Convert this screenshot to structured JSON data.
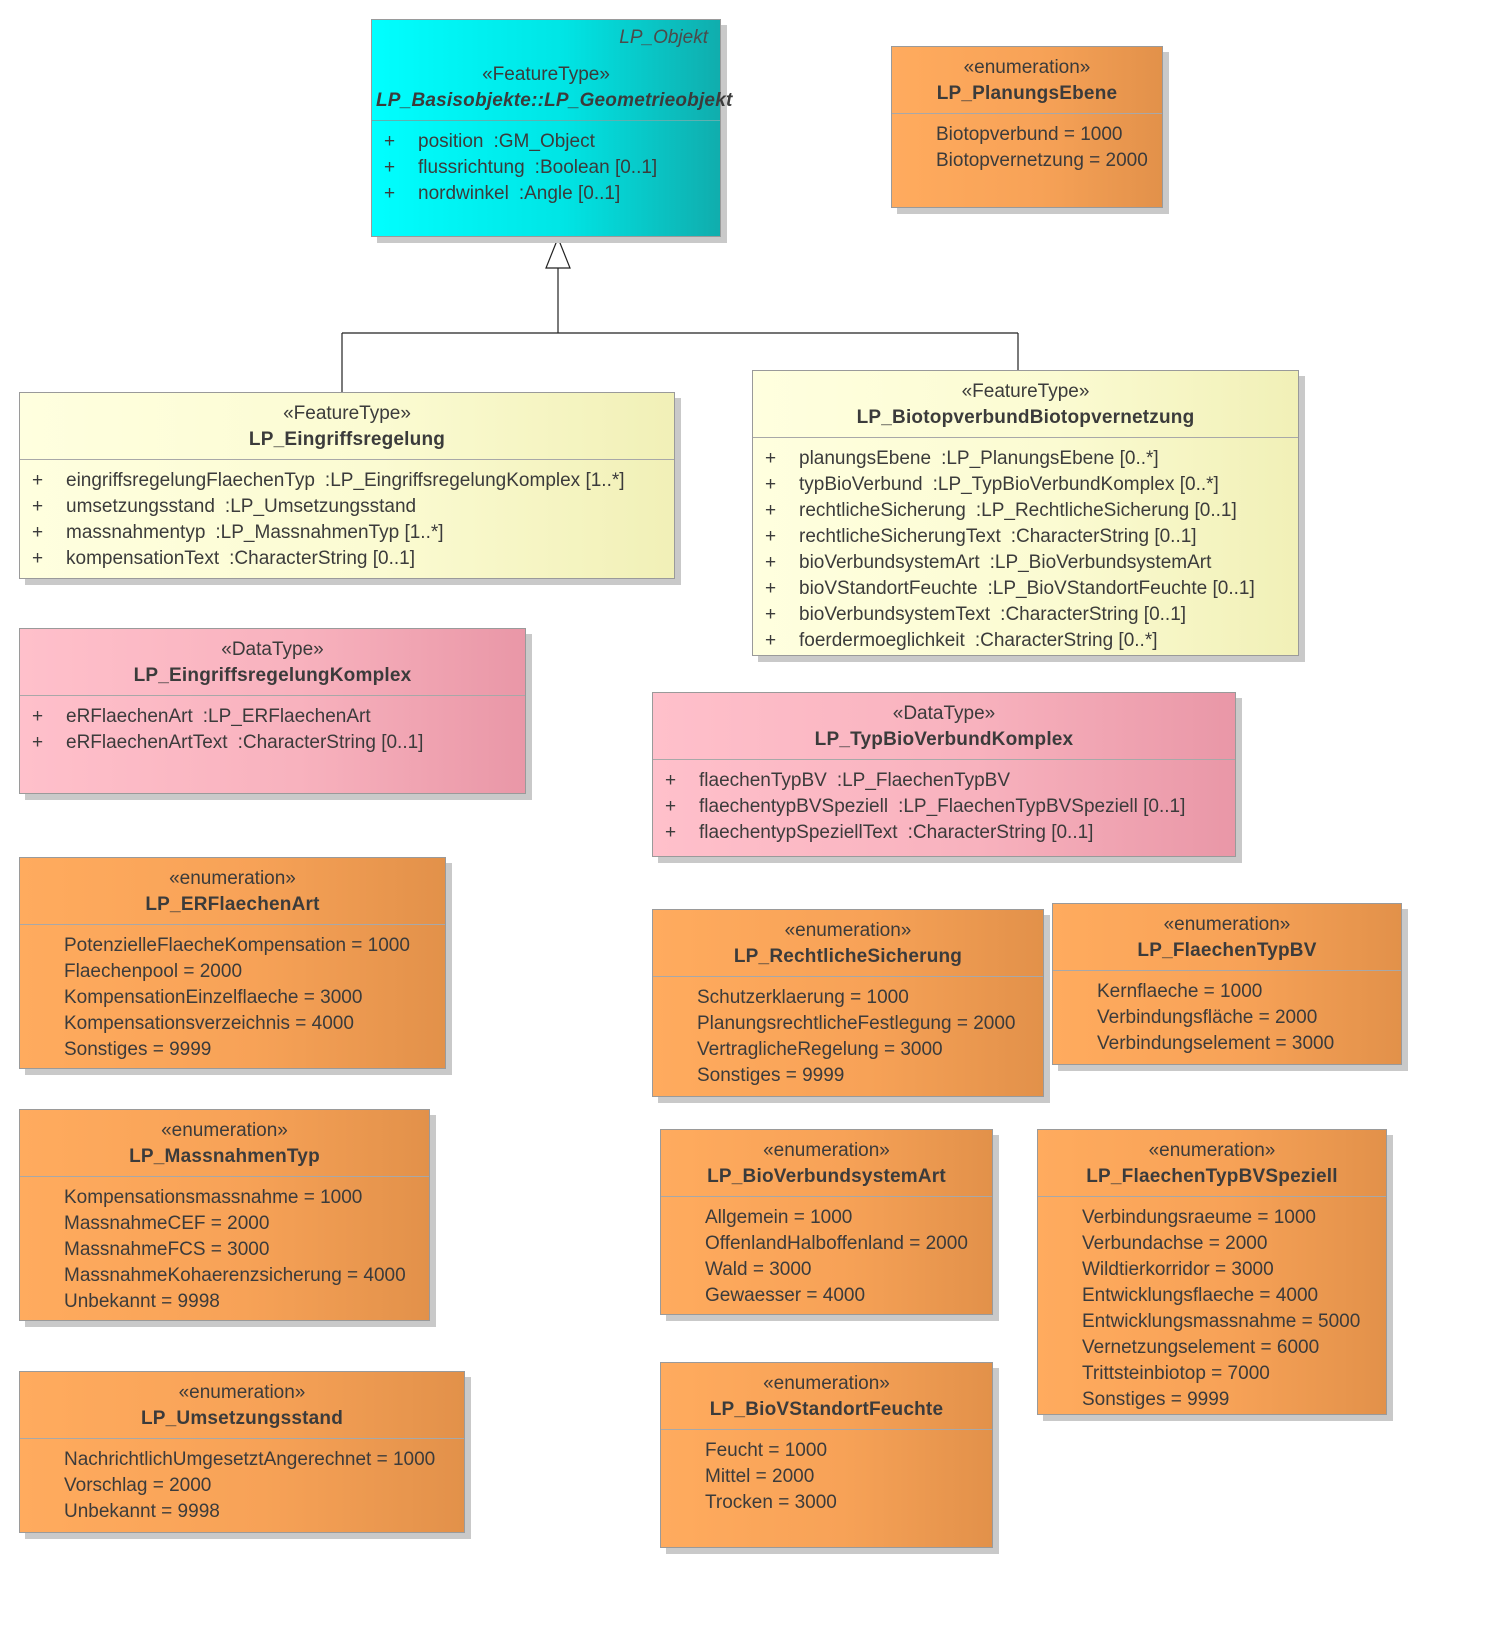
{
  "superclass": {
    "package": "LP_Objekt",
    "stereotype": "«FeatureType»",
    "name": "LP_Basisobjekte::LP_Geometrieobjekt",
    "attributes": [
      {
        "vis": "+",
        "name": "position",
        "type": ":GM_Object"
      },
      {
        "vis": "+",
        "name": "flussrichtung",
        "type": ":Boolean [0..1]"
      },
      {
        "vis": "+",
        "name": "nordwinkel",
        "type": ":Angle [0..1]"
      }
    ]
  },
  "eingriff": {
    "stereotype": "«FeatureType»",
    "name": "LP_Eingriffsregelung",
    "attributes": [
      {
        "vis": "+",
        "name": "eingriffsregelungFlaechenTyp",
        "type": ":LP_EingriffsregelungKomplex [1..*]"
      },
      {
        "vis": "+",
        "name": "umsetzungsstand",
        "type": ":LP_Umsetzungsstand"
      },
      {
        "vis": "+",
        "name": "massnahmentyp",
        "type": ":LP_MassnahmenTyp [1..*]"
      },
      {
        "vis": "+",
        "name": "kompensationText",
        "type": ":CharacterString [0..1]"
      }
    ]
  },
  "biotop": {
    "stereotype": "«FeatureType»",
    "name": "LP_BiotopverbundBiotopvernetzung",
    "attributes": [
      {
        "vis": "+",
        "name": "planungsEbene",
        "type": ":LP_PlanungsEbene [0..*]"
      },
      {
        "vis": "+",
        "name": "typBioVerbund",
        "type": ":LP_TypBioVerbundKomplex [0..*]"
      },
      {
        "vis": "+",
        "name": "rechtlicheSicherung",
        "type": ":LP_RechtlicheSicherung [0..1]"
      },
      {
        "vis": "+",
        "name": "rechtlicheSicherungText",
        "type": ":CharacterString [0..1]"
      },
      {
        "vis": "+",
        "name": "bioVerbundsystemArt",
        "type": ":LP_BioVerbundsystemArt"
      },
      {
        "vis": "+",
        "name": "bioVStandortFeuchte",
        "type": ":LP_BioVStandortFeuchte [0..1]"
      },
      {
        "vis": "+",
        "name": "bioVerbundsystemText",
        "type": ":CharacterString [0..1]"
      },
      {
        "vis": "+",
        "name": "foerdermoeglichkeit",
        "type": ":CharacterString [0..*]"
      }
    ]
  },
  "eingriffKomplex": {
    "stereotype": "«DataType»",
    "name": "LP_EingriffsregelungKomplex",
    "attributes": [
      {
        "vis": "+",
        "name": "eRFlaechenArt",
        "type": ":LP_ERFlaechenArt"
      },
      {
        "vis": "+",
        "name": "eRFlaechenArtText",
        "type": ":CharacterString [0..1]"
      }
    ]
  },
  "typBioKomplex": {
    "stereotype": "«DataType»",
    "name": "LP_TypBioVerbundKomplex",
    "attributes": [
      {
        "vis": "+",
        "name": "flaechenTypBV",
        "type": ":LP_FlaechenTypBV"
      },
      {
        "vis": "+",
        "name": "flaechentypBVSpeziell",
        "type": ":LP_FlaechenTypBVSpeziell [0..1]"
      },
      {
        "vis": "+",
        "name": "flaechentypSpeziellText",
        "type": ":CharacterString [0..1]"
      }
    ]
  },
  "planungsEbene": {
    "stereotype": "«enumeration»",
    "name": "LP_PlanungsEbene",
    "literals": [
      "Biotopverbund = 1000",
      "Biotopvernetzung = 2000"
    ]
  },
  "erFlaechenArt": {
    "stereotype": "«enumeration»",
    "name": "LP_ERFlaechenArt",
    "literals": [
      "PotenzielleFlaecheKompensation = 1000",
      "Flaechenpool = 2000",
      "KompensationEinzelflaeche = 3000",
      "Kompensationsverzeichnis = 4000",
      "Sonstiges = 9999"
    ]
  },
  "massnahmenTyp": {
    "stereotype": "«enumeration»",
    "name": "LP_MassnahmenTyp",
    "literals": [
      "Kompensationsmassnahme = 1000",
      "MassnahmeCEF = 2000",
      "MassnahmeFCS = 3000",
      "MassnahmeKohaerenzsicherung = 4000",
      "Unbekannt = 9998"
    ]
  },
  "umsetzungsstand": {
    "stereotype": "«enumeration»",
    "name": "LP_Umsetzungsstand",
    "literals": [
      "NachrichtlichUmgesetztAngerechnet = 1000",
      "Vorschlag = 2000",
      "Unbekannt = 9998"
    ]
  },
  "rechtlicheSicherung": {
    "stereotype": "«enumeration»",
    "name": "LP_RechtlicheSicherung",
    "literals": [
      "Schutzerklaerung = 1000",
      "PlanungsrechtlicheFestlegung = 2000",
      "VertraglicheRegelung = 3000",
      "Sonstiges = 9999"
    ]
  },
  "flaechenTypBV": {
    "stereotype": "«enumeration»",
    "name": "LP_FlaechenTypBV",
    "literals": [
      "Kernflaeche = 1000",
      "Verbindungsfläche = 2000",
      "Verbindungselement = 3000"
    ]
  },
  "bioVerbundsystemArt": {
    "stereotype": "«enumeration»",
    "name": "LP_BioVerbundsystemArt",
    "literals": [
      "Allgemein = 1000",
      "OffenlandHalboffenland = 2000",
      "Wald = 3000",
      "Gewaesser = 4000"
    ]
  },
  "flaechenTypBVSpeziell": {
    "stereotype": "«enumeration»",
    "name": "LP_FlaechenTypBVSpeziell",
    "literals": [
      "Verbindungsraeume = 1000",
      "Verbundachse = 2000",
      "Wildtierkorridor = 3000",
      "Entwicklungsflaeche = 4000",
      "Entwicklungsmassnahme = 5000",
      "Vernetzungselement = 6000",
      "Trittsteinbiotop = 7000",
      "Sonstiges = 9999"
    ]
  },
  "bioVStandortFeuchte": {
    "stereotype": "«enumeration»",
    "name": "LP_BioVStandortFeuchte",
    "literals": [
      "Feucht = 1000",
      "Mittel = 2000",
      "Trocken = 3000"
    ]
  }
}
